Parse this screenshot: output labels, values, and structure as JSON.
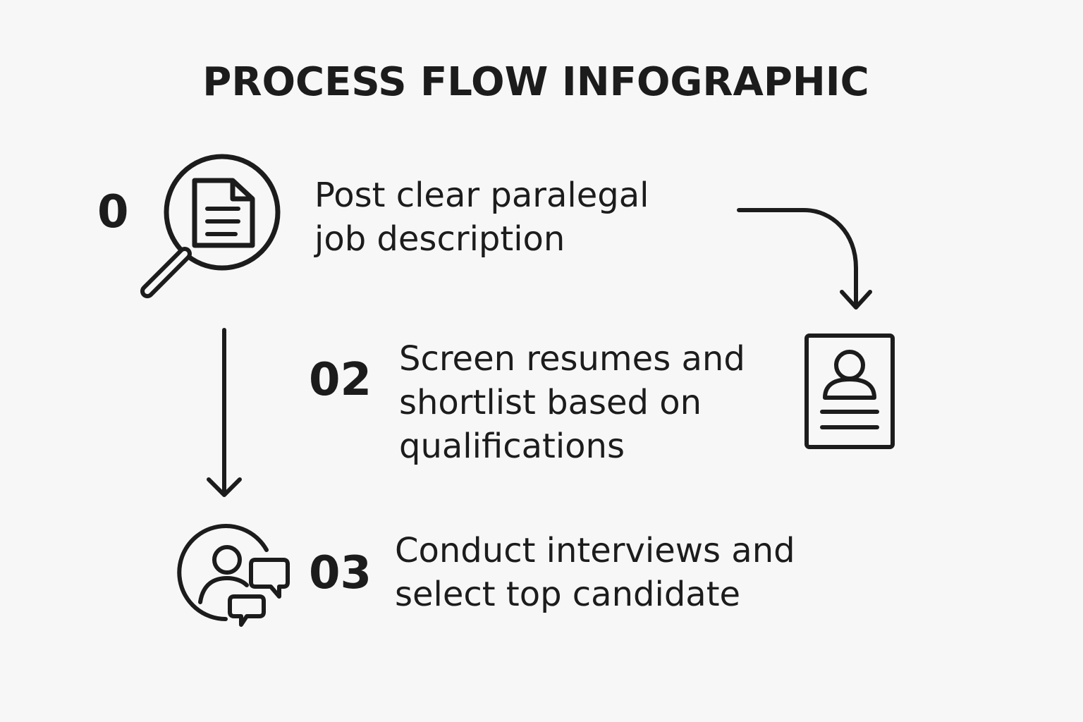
{
  "title": "PROCESS FLOW INFOGRAPHIC",
  "steps": [
    {
      "number": "0",
      "lines": [
        "Post clear paralegal",
        "job description"
      ],
      "icon": "magnifier-document-icon"
    },
    {
      "number": "02",
      "lines": [
        "Screen resumes and",
        "shortlist based on",
        "qualifications"
      ],
      "icon": "resume-profile-icon"
    },
    {
      "number": "03",
      "lines": [
        "Conduct interviews and",
        "select top candidate"
      ],
      "icon": "interview-chat-icon"
    }
  ],
  "arrows": [
    {
      "name": "curved-arrow",
      "from": "step-1",
      "to": "step-2"
    },
    {
      "name": "down-arrow",
      "from": "step-1",
      "to": "step-3"
    }
  ],
  "colors": {
    "background": "#f7f7f7",
    "ink": "#1c1c1c"
  }
}
